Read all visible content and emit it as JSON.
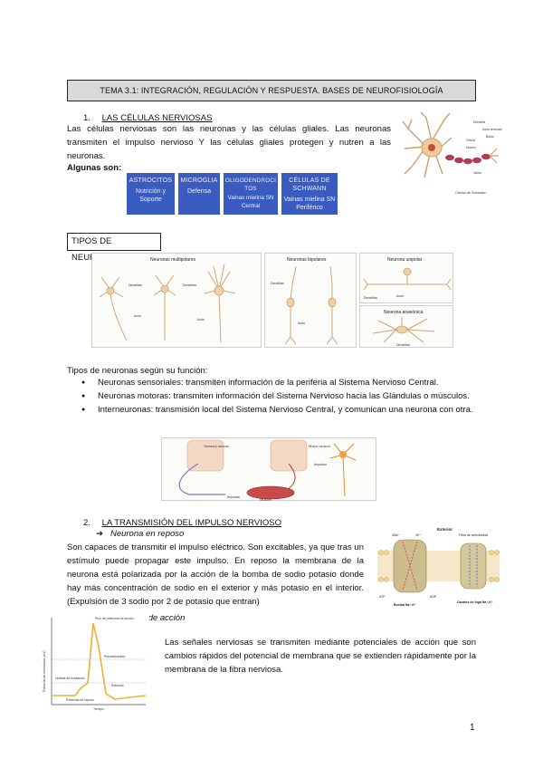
{
  "title": "TEMA 3.1: INTEGRACIÓN, REGULACIÓN Y RESPUESTA. BASES DE NEUROFISIOLOGÍA",
  "section1": {
    "number": "1.",
    "heading": "LAS CÉLULAS NERVIOSAS",
    "paragraph": "Las células nerviosas son las neuronas y las células gliales. Las neuronas transmiten el impulso nervioso Y las células gliales protegen y nutren a las neuronas.",
    "algunas": "Algunas son:",
    "glia": [
      {
        "name": "ASTROCITOS",
        "desc": "Nutrición y Soporte"
      },
      {
        "name": "MICROGLIA",
        "desc": "Defensa"
      },
      {
        "name": "OLIGODENDROCITOS",
        "desc": "Vainas mielina SN Central"
      },
      {
        "name": "CÉLULAS DE SCHWANN",
        "desc": "Vainas mielina SN Periférico"
      }
    ],
    "neuron_figure": {
      "labels": [
        "Dendrita",
        "Axón terminal",
        "Botón",
        "Célula",
        "Núcleo",
        "Vaina",
        "Célula de Schwann"
      ]
    }
  },
  "tipos": {
    "heading": "TIPOS DE NEURONAS",
    "figure_labels": {
      "multipolares": "Neuronas multipolares",
      "bipolares": "Neuronas bipolares",
      "unipolar": "Neurona unipolar",
      "anaxonica": "Neurona anaxónica",
      "dendritas": "Dendritas",
      "axon": "Axón"
    },
    "funcion_intro": "Tipos de neuronas según su función:",
    "funciones": [
      "Neuronas sensoriales: transmiten información de la periferia al Sistema Nervioso Central.",
      "Neuronas motoras: transmiten información del Sistema Nervioso hacia las Glándulas o músculos.",
      "Interneuronas: transmisión local del Sistema Nervioso Central, y comunican una neurona con otra."
    ],
    "reflex_labels": [
      "Sensory neuron",
      "Motor neuron",
      "Impulso",
      "Impulse",
      "Muscle"
    ]
  },
  "section2": {
    "number": "2.",
    "heading": "LA TRANSMISIÓN DEL IMPULSO NERVIOSO",
    "reposo_heading": "Neurona en reposo",
    "reposo_text": "Son capaces de transmitir el impulso eléctrico. Son excitables, ya que tras un estímulo puede propagar este impulso. En reposo la membrana de la neurona está polarizada por la acción de la bomba de sodio potasio donde hay más concentración de sodio en el exterior y más potasio en el interior. (Expulsión de 3 sodio por 2 de potasio que entran)",
    "pump_labels": {
      "exterior": "Exterior",
      "na": "3Na⁺",
      "k": "2K⁺",
      "atp": "ATP",
      "adp": "ADP",
      "pump": "Bomba Na⁺-K⁺",
      "channels": "Canales de fuga Na⁺-K⁺",
      "fibra": "Fibra de selectividad"
    },
    "accion_heading": "Potencial de acción",
    "accion_text": "Las señales nerviosas se transmiten mediante potenciales de acción que son cambios rápidos del potencial de membrana que se extienden rápidamente por la membrana de la fibra nerviosa.",
    "graph_labels": {
      "pico": "Pico de potencial de acción",
      "repolarizacion": "Repolarización",
      "estimulo": "Estímulo",
      "umbral": "Umbral de excitación",
      "reposo": "Potencial de reposo",
      "ylabel": "Potencial de membrana (mV)",
      "xlabel": "Tiempo"
    }
  },
  "page_number": "1",
  "colors": {
    "glia_box": "#3a5cc0",
    "title_bg": "#d9d9d9",
    "graph_line": "#f0b030"
  }
}
